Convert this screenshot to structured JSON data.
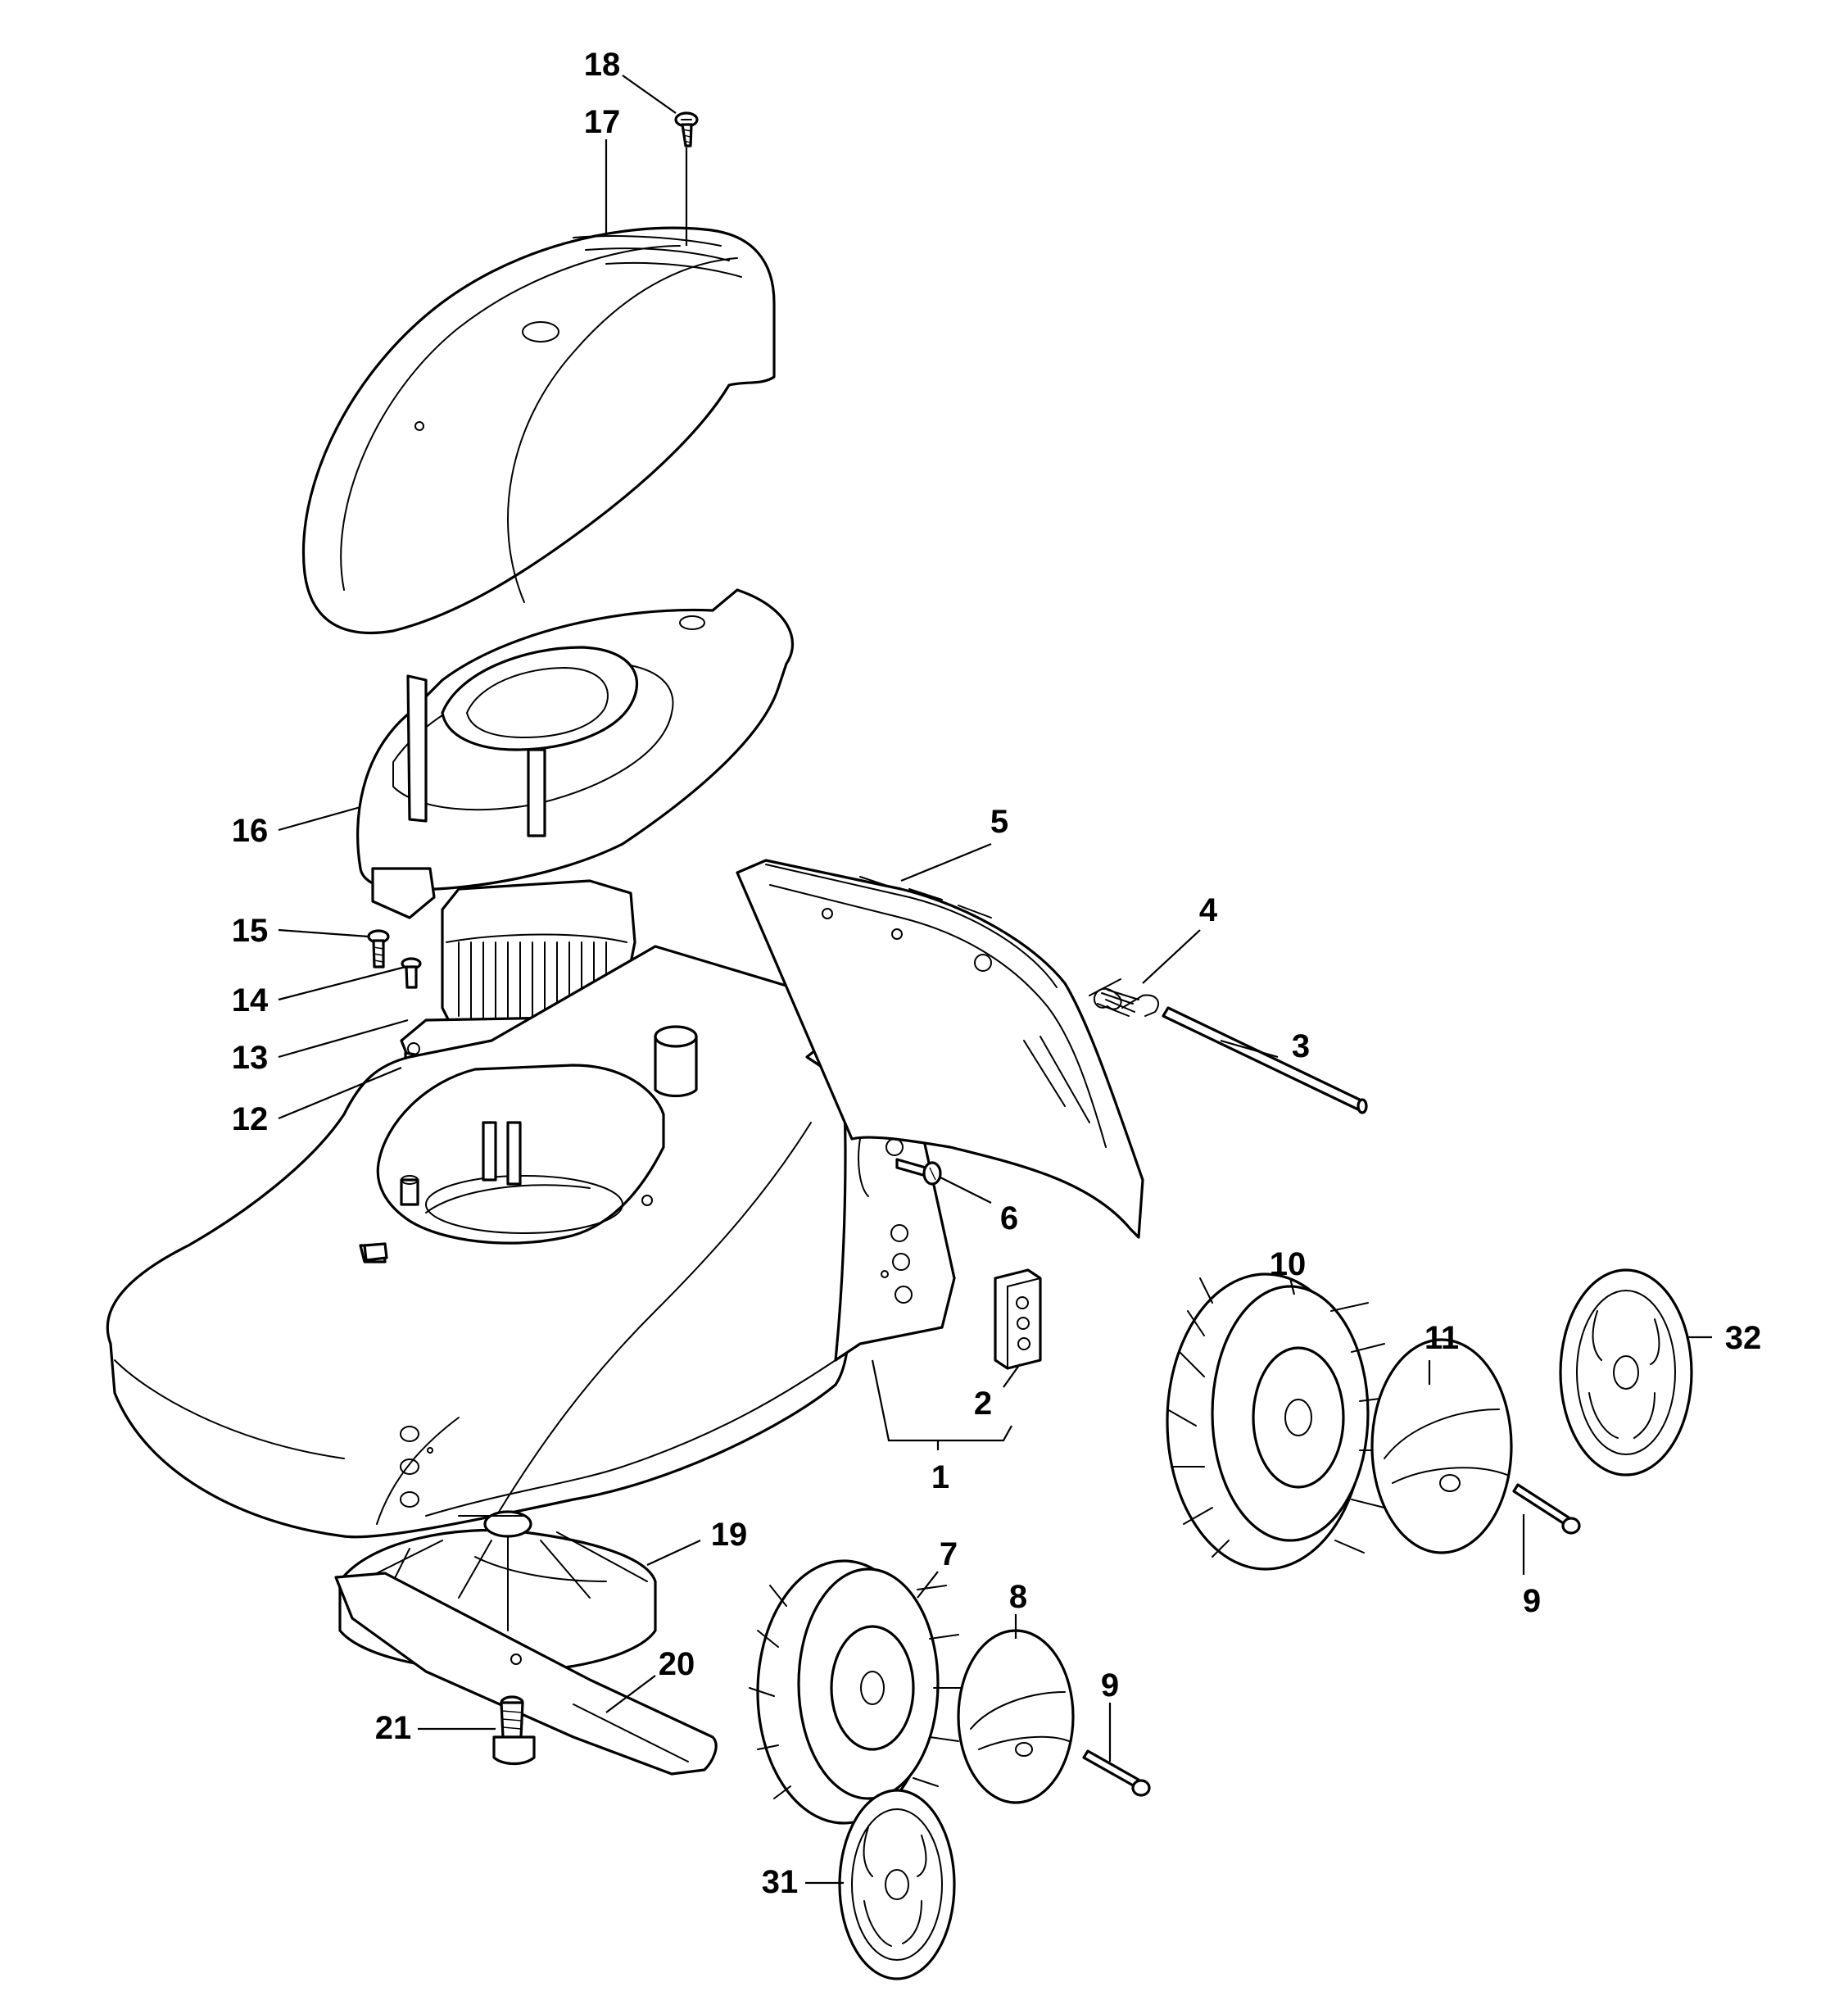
{
  "diagram": {
    "callouts": [
      {
        "id": "c18",
        "label": "18"
      },
      {
        "id": "c17",
        "label": "17"
      },
      {
        "id": "c16",
        "label": "16"
      },
      {
        "id": "c15",
        "label": "15"
      },
      {
        "id": "c14",
        "label": "14"
      },
      {
        "id": "c13",
        "label": "13"
      },
      {
        "id": "c12",
        "label": "12"
      },
      {
        "id": "c5",
        "label": "5"
      },
      {
        "id": "c4",
        "label": "4"
      },
      {
        "id": "c3",
        "label": "3"
      },
      {
        "id": "c6",
        "label": "6"
      },
      {
        "id": "c10",
        "label": "10"
      },
      {
        "id": "c11",
        "label": "11"
      },
      {
        "id": "c32",
        "label": "32"
      },
      {
        "id": "c2",
        "label": "2"
      },
      {
        "id": "c1",
        "label": "1"
      },
      {
        "id": "c9a",
        "label": "9"
      },
      {
        "id": "c19",
        "label": "19"
      },
      {
        "id": "c7",
        "label": "7"
      },
      {
        "id": "c8",
        "label": "8"
      },
      {
        "id": "c9b",
        "label": "9"
      },
      {
        "id": "c20",
        "label": "20"
      },
      {
        "id": "c21",
        "label": "21"
      },
      {
        "id": "c31",
        "label": "31"
      }
    ]
  }
}
